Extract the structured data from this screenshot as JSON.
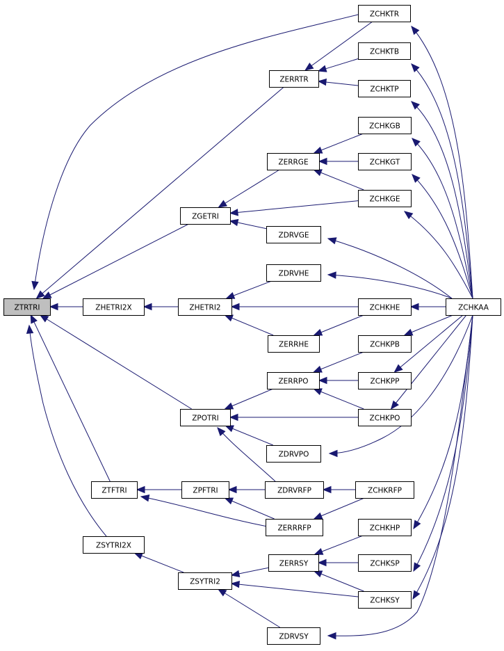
{
  "diagram": {
    "root": "ZTRTRI",
    "colors": {
      "edge": "#191970",
      "node_fill": "#ffffff",
      "root_fill": "#bfbfbf",
      "node_border": "#000000"
    },
    "nodes": [
      {
        "id": "ZTRTRI",
        "label": "ZTRTRI"
      },
      {
        "id": "ZHETRI2X",
        "label": "ZHETRI2X"
      },
      {
        "id": "ZHETRI2",
        "label": "ZHETRI2"
      },
      {
        "id": "ZGETRI",
        "label": "ZGETRI"
      },
      {
        "id": "ZERRTR",
        "label": "ZERRTR"
      },
      {
        "id": "ZERRGE",
        "label": "ZERRGE"
      },
      {
        "id": "ZDRVGE",
        "label": "ZDRVGE"
      },
      {
        "id": "ZDRVHE",
        "label": "ZDRVHE"
      },
      {
        "id": "ZERRHE",
        "label": "ZERRHE"
      },
      {
        "id": "ZPOTRI",
        "label": "ZPOTRI"
      },
      {
        "id": "ZERRPO",
        "label": "ZERRPO"
      },
      {
        "id": "ZDRVPO",
        "label": "ZDRVPO"
      },
      {
        "id": "ZTFTRI",
        "label": "ZTFTRI"
      },
      {
        "id": "ZPFTRI",
        "label": "ZPFTRI"
      },
      {
        "id": "ZDRVRFP",
        "label": "ZDRVRFP"
      },
      {
        "id": "ZERRRFP",
        "label": "ZERRRFP"
      },
      {
        "id": "ZSYTRI2X",
        "label": "ZSYTRI2X"
      },
      {
        "id": "ZSYTRI2",
        "label": "ZSYTRI2"
      },
      {
        "id": "ZERRSY",
        "label": "ZERRSY"
      },
      {
        "id": "ZDRVSY",
        "label": "ZDRVSY"
      },
      {
        "id": "ZCHKTR",
        "label": "ZCHKTR"
      },
      {
        "id": "ZCHKTB",
        "label": "ZCHKTB"
      },
      {
        "id": "ZCHKTP",
        "label": "ZCHKTP"
      },
      {
        "id": "ZCHKGB",
        "label": "ZCHKGB"
      },
      {
        "id": "ZCHKGT",
        "label": "ZCHKGT"
      },
      {
        "id": "ZCHKGE",
        "label": "ZCHKGE"
      },
      {
        "id": "ZCHKHE",
        "label": "ZCHKHE"
      },
      {
        "id": "ZCHKPB",
        "label": "ZCHKPB"
      },
      {
        "id": "ZCHKPP",
        "label": "ZCHKPP"
      },
      {
        "id": "ZCHKPO",
        "label": "ZCHKPO"
      },
      {
        "id": "ZCHKRFP",
        "label": "ZCHKRFP"
      },
      {
        "id": "ZCHKHP",
        "label": "ZCHKHP"
      },
      {
        "id": "ZCHKSP",
        "label": "ZCHKSP"
      },
      {
        "id": "ZCHKSY",
        "label": "ZCHKSY"
      },
      {
        "id": "ZCHKAA",
        "label": "ZCHKAA"
      }
    ],
    "edges": [
      {
        "from": "ZHETRI2X",
        "to": "ZTRTRI"
      },
      {
        "from": "ZGETRI",
        "to": "ZTRTRI"
      },
      {
        "from": "ZERRTR",
        "to": "ZTRTRI"
      },
      {
        "from": "ZCHKTR",
        "to": "ZTRTRI"
      },
      {
        "from": "ZPOTRI",
        "to": "ZTRTRI"
      },
      {
        "from": "ZTFTRI",
        "to": "ZTRTRI"
      },
      {
        "from": "ZSYTRI2X",
        "to": "ZTRTRI"
      },
      {
        "from": "ZHETRI2",
        "to": "ZHETRI2X"
      },
      {
        "from": "ZDRVHE",
        "to": "ZHETRI2"
      },
      {
        "from": "ZCHKHE",
        "to": "ZHETRI2"
      },
      {
        "from": "ZERRHE",
        "to": "ZHETRI2"
      },
      {
        "from": "ZERRGE",
        "to": "ZGETRI"
      },
      {
        "from": "ZCHKGE",
        "to": "ZGETRI"
      },
      {
        "from": "ZDRVGE",
        "to": "ZGETRI"
      },
      {
        "from": "ZCHKTR",
        "to": "ZERRTR"
      },
      {
        "from": "ZCHKTB",
        "to": "ZERRTR"
      },
      {
        "from": "ZCHKTP",
        "to": "ZERRTR"
      },
      {
        "from": "ZCHKGB",
        "to": "ZERRGE"
      },
      {
        "from": "ZCHKGT",
        "to": "ZERRGE"
      },
      {
        "from": "ZCHKGE",
        "to": "ZERRGE"
      },
      {
        "from": "ZCHKAA",
        "to": "ZDRVGE"
      },
      {
        "from": "ZCHKAA",
        "to": "ZDRVHE"
      },
      {
        "from": "ZCHKHE",
        "to": "ZERRHE"
      },
      {
        "from": "ZERRPO",
        "to": "ZPOTRI"
      },
      {
        "from": "ZCHKPO",
        "to": "ZPOTRI"
      },
      {
        "from": "ZDRVPO",
        "to": "ZPOTRI"
      },
      {
        "from": "ZDRVRFP",
        "to": "ZPOTRI"
      },
      {
        "from": "ZCHKPB",
        "to": "ZERRPO"
      },
      {
        "from": "ZCHKPP",
        "to": "ZERRPO"
      },
      {
        "from": "ZCHKPO",
        "to": "ZERRPO"
      },
      {
        "from": "ZCHKAA",
        "to": "ZDRVPO"
      },
      {
        "from": "ZPFTRI",
        "to": "ZTFTRI"
      },
      {
        "from": "ZERRRFP",
        "to": "ZTFTRI"
      },
      {
        "from": "ZDRVRFP",
        "to": "ZPFTRI"
      },
      {
        "from": "ZERRRFP",
        "to": "ZPFTRI"
      },
      {
        "from": "ZCHKRFP",
        "to": "ZDRVRFP"
      },
      {
        "from": "ZCHKRFP",
        "to": "ZERRRFP"
      },
      {
        "from": "ZSYTRI2",
        "to": "ZSYTRI2X"
      },
      {
        "from": "ZERRSY",
        "to": "ZSYTRI2"
      },
      {
        "from": "ZCHKSY",
        "to": "ZSYTRI2"
      },
      {
        "from": "ZDRVSY",
        "to": "ZSYTRI2"
      },
      {
        "from": "ZCHKHP",
        "to": "ZERRSY"
      },
      {
        "from": "ZCHKSP",
        "to": "ZERRSY"
      },
      {
        "from": "ZCHKSY",
        "to": "ZERRSY"
      },
      {
        "from": "ZCHKAA",
        "to": "ZDRVSY"
      },
      {
        "from": "ZCHKAA",
        "to": "ZCHKTR"
      },
      {
        "from": "ZCHKAA",
        "to": "ZCHKTB"
      },
      {
        "from": "ZCHKAA",
        "to": "ZCHKTP"
      },
      {
        "from": "ZCHKAA",
        "to": "ZCHKGB"
      },
      {
        "from": "ZCHKAA",
        "to": "ZCHKGT"
      },
      {
        "from": "ZCHKAA",
        "to": "ZCHKGE"
      },
      {
        "from": "ZCHKAA",
        "to": "ZCHKHE"
      },
      {
        "from": "ZCHKAA",
        "to": "ZCHKPB"
      },
      {
        "from": "ZCHKAA",
        "to": "ZCHKPP"
      },
      {
        "from": "ZCHKAA",
        "to": "ZCHKPO"
      },
      {
        "from": "ZCHKAA",
        "to": "ZCHKHP"
      },
      {
        "from": "ZCHKAA",
        "to": "ZCHKSP"
      },
      {
        "from": "ZCHKAA",
        "to": "ZCHKSY"
      }
    ]
  }
}
